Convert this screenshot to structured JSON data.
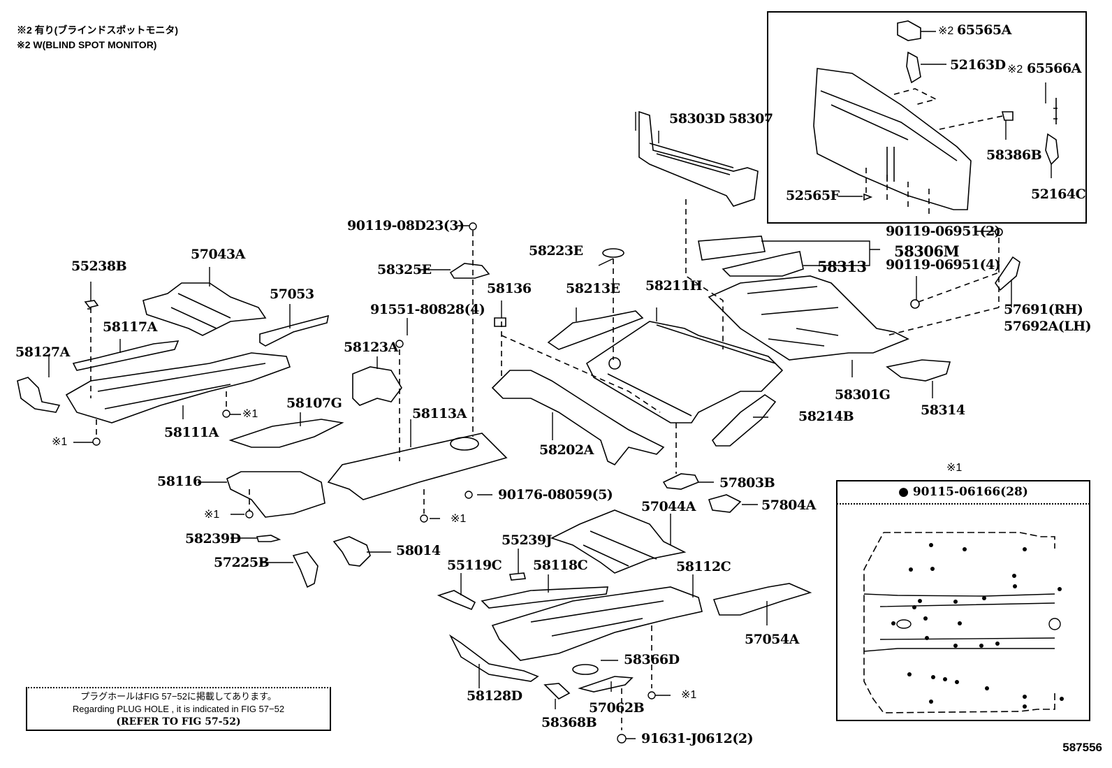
{
  "notes": {
    "line1": "※2 有り(ブラインドスポットモニタ)",
    "line2": "※2 W(BLIND SPOT MONITOR)"
  },
  "parts": {
    "p65565A": "65565A",
    "p65565A_mark": "※2",
    "p52163D": "52163D",
    "p65566A": "65566A",
    "p65566A_mark": "※2",
    "p58303D": "58303D",
    "p58307": "58307",
    "p58386B": "58386B",
    "p52565F": "52565F",
    "p52164C": "52164C",
    "p90119_06951_2": "90119-06951(2)",
    "p58306M": "58306M",
    "p58313": "58313",
    "p90119_06951_4": "90119-06951(4)",
    "p57691": "57691(RH)",
    "p57692A": "57692A(LH)",
    "p90119_08D23": "90119-08D23(3)",
    "p58223E": "58223E",
    "p58325E": "58325E",
    "p58136": "58136",
    "p58213E": "58213E",
    "p58211H": "58211H",
    "p57043A": "57043A",
    "p55238B": "55238B",
    "p57053": "57053",
    "p91551": "91551-80828(4)",
    "p58117A": "58117A",
    "p58123A": "58123A",
    "p58127A": "58127A",
    "p58301G": "58301G",
    "p58314": "58314",
    "p58107G": "58107G",
    "p58113A": "58113A",
    "p58214B": "58214B",
    "p58111A": "58111A",
    "p58202A": "58202A",
    "p58116": "58116",
    "p90176": "90176-08059(5)",
    "p57803B": "57803B",
    "p57044A": "57044A",
    "p57804A": "57804A",
    "p58239D": "58239D",
    "p55239J": "55239J",
    "p58014": "58014",
    "p57225B": "57225B",
    "p55119C": "55119C",
    "p58118C": "58118C",
    "p58112C": "58112C",
    "p57054A": "57054A",
    "p58366D": "58366D",
    "p58128D": "58128D",
    "p57062B": "57062B",
    "p58368B": "58368B",
    "p91631": "91631-J0612(2)"
  },
  "marks": {
    "m1": "※1"
  },
  "plug_note": {
    "jp": "プラグホールはFIG 57−52に掲載してあります。",
    "en": "Regarding  PLUG  HOLE , it is indicated in FIG 57−52",
    "ref": "(REFER TO FIG 57-52)"
  },
  "inset": {
    "title_mark": "※1",
    "bolt_label": "● 90115-06166(28)"
  },
  "figure_number": "587556"
}
